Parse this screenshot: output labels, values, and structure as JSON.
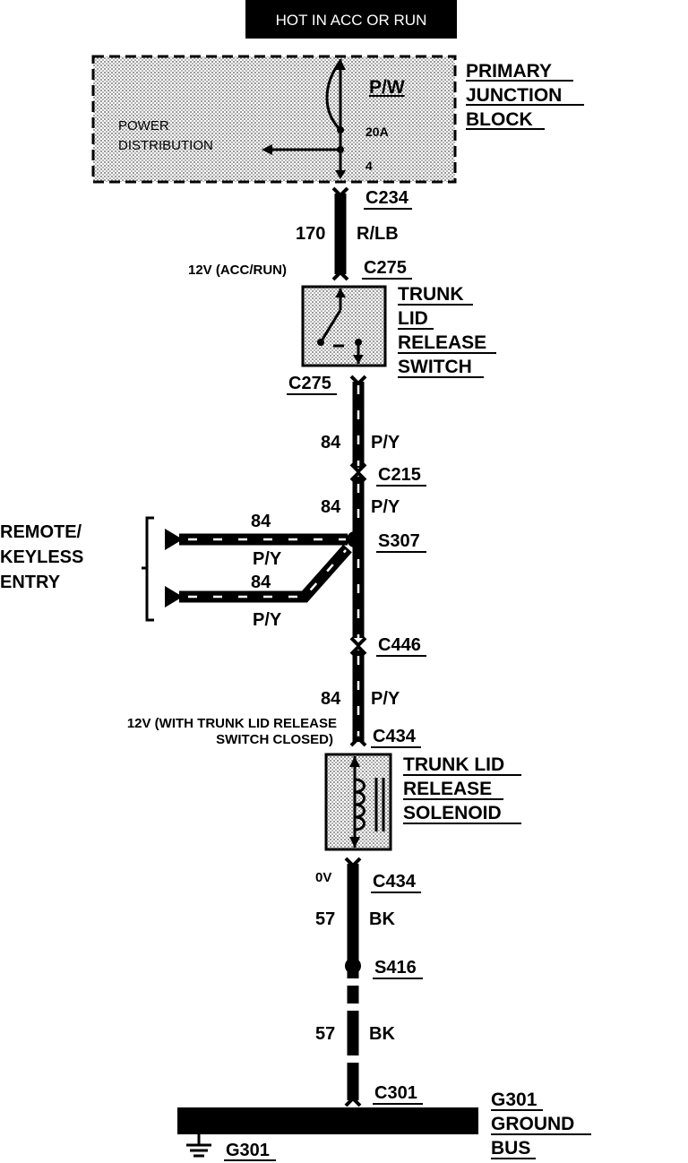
{
  "header": {
    "title": "HOT IN ACC OR RUN"
  },
  "junction_block": {
    "name_lines": [
      "PRIMARY",
      "JUNCTION",
      "BLOCK"
    ],
    "fuse_label": "P/W",
    "fuse_rating": "20A",
    "fuse_number": "4",
    "internal_label_lines": [
      "POWER",
      "DISTRIBUTION"
    ]
  },
  "connectors": {
    "c234": "C234",
    "c275_top": "C275",
    "c275_bottom": "C275",
    "c215": "C215",
    "s307": "S307",
    "c446": "C446",
    "c434_top": "C434",
    "c434_bottom": "C434",
    "s416": "S416",
    "c301": "C301"
  },
  "wires": {
    "w1": {
      "circuit": "170",
      "color": "R/LB"
    },
    "w2": {
      "circuit": "84",
      "color": "P/Y"
    },
    "w3": {
      "circuit": "84",
      "color": "P/Y"
    },
    "branch_top": {
      "circuit": "84",
      "color": "P/Y"
    },
    "branch_bottom": {
      "circuit": "84",
      "color": "P/Y"
    },
    "w4": {
      "circuit": "84",
      "color": "P/Y"
    },
    "w5": {
      "circuit": "57",
      "color": "BK"
    },
    "w6": {
      "circuit": "57",
      "color": "BK"
    }
  },
  "voltages": {
    "switch_input": "12V (ACC/RUN)",
    "solenoid_input_lines": [
      "12V (WITH TRUNK LID RELEASE",
      "SWITCH CLOSED)"
    ],
    "solenoid_output": "0V"
  },
  "components": {
    "switch_lines": [
      "TRUNK",
      "LID",
      "RELEASE",
      "SWITCH"
    ],
    "solenoid_lines": [
      "TRUNK LID",
      "RELEASE",
      "SOLENOID"
    ],
    "remote_lines": [
      "REMOTE/",
      "KEYLESS",
      "ENTRY"
    ]
  },
  "ground": {
    "bus_label_lines": [
      "G301",
      "GROUND",
      "BUS"
    ],
    "ground_label": "G301"
  }
}
